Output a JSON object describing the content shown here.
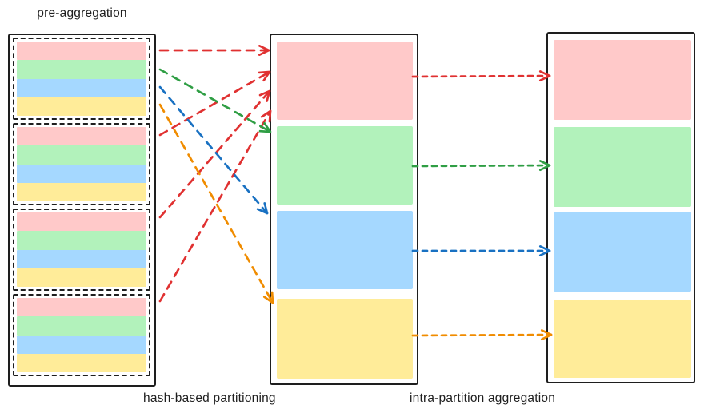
{
  "labels": {
    "pre": "pre-aggregation",
    "hash": "hash-based partitioning",
    "intra": "intra-partition aggregation"
  },
  "palette": {
    "fills": {
      "red": "#ffc9c9",
      "green": "#b2f2bb",
      "blue": "#a5d8ff",
      "yellow": "#ffec99"
    },
    "strokes": {
      "red": "#e03131",
      "green": "#2f9e44",
      "blue": "#1971c2",
      "yellow": "#f08c00"
    },
    "outline": "#1e1e1e",
    "background": "#ffffff"
  },
  "pre_aggregation": {
    "groups": [
      {
        "stripes": [
          "red",
          "green",
          "blue",
          "yellow"
        ]
      },
      {
        "stripes": [
          "red",
          "green",
          "blue",
          "yellow"
        ]
      },
      {
        "stripes": [
          "red",
          "green",
          "blue",
          "yellow"
        ]
      },
      {
        "stripes": [
          "red",
          "green",
          "blue",
          "yellow"
        ]
      }
    ]
  },
  "partitions": [
    "red",
    "green",
    "blue",
    "yellow"
  ],
  "hash_arrows": [
    {
      "from_group": 0,
      "stripe": "red",
      "to_partition": "red"
    },
    {
      "from_group": 1,
      "stripe": "red",
      "to_partition": "red"
    },
    {
      "from_group": 2,
      "stripe": "red",
      "to_partition": "red"
    },
    {
      "from_group": 3,
      "stripe": "red",
      "to_partition": "red"
    },
    {
      "from_group": 0,
      "stripe": "green",
      "to_partition": "green"
    },
    {
      "from_group": 0,
      "stripe": "blue",
      "to_partition": "blue"
    },
    {
      "from_group": 0,
      "stripe": "yellow",
      "to_partition": "yellow"
    }
  ],
  "aggregation_arrows": [
    {
      "partition": "red"
    },
    {
      "partition": "green"
    },
    {
      "partition": "blue"
    },
    {
      "partition": "yellow"
    }
  ]
}
